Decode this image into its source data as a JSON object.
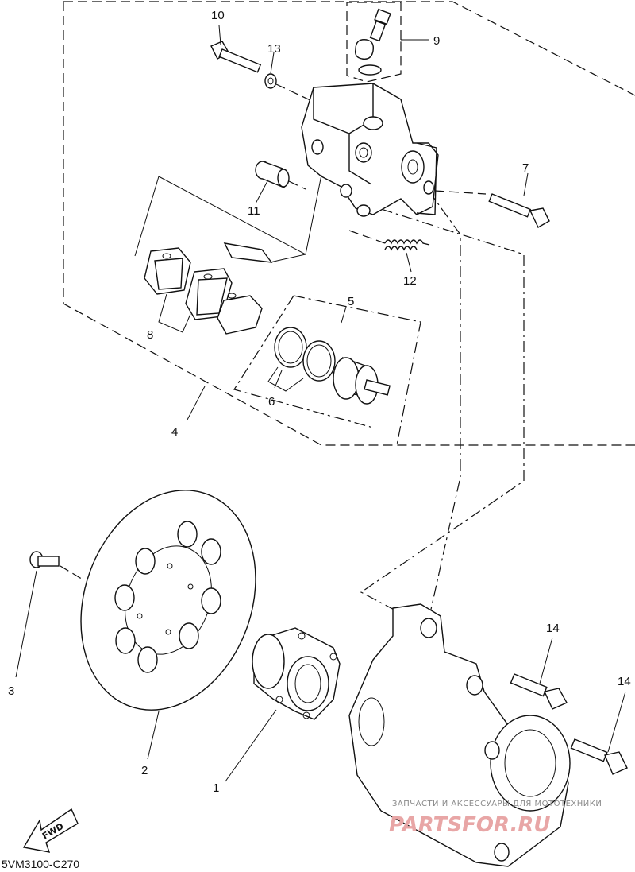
{
  "diagram": {
    "callouts": {
      "c1": "1",
      "c2": "2",
      "c3": "3",
      "c4": "4",
      "c5": "5",
      "c6": "6",
      "c7": "7",
      "c8": "8",
      "c9": "9",
      "c10": "10",
      "c11": "11",
      "c12": "12",
      "c13": "13",
      "c14a": "14",
      "c14b": "14"
    },
    "diagram_code": "5VM3100-C270",
    "fwd_label": "FWD"
  },
  "watermark": {
    "line1": "ЗАПЧАСТИ И АКСЕССУАРЫ ДЛЯ МОТОТЕХНИКИ",
    "line2": "PARTSFOR.RU"
  }
}
